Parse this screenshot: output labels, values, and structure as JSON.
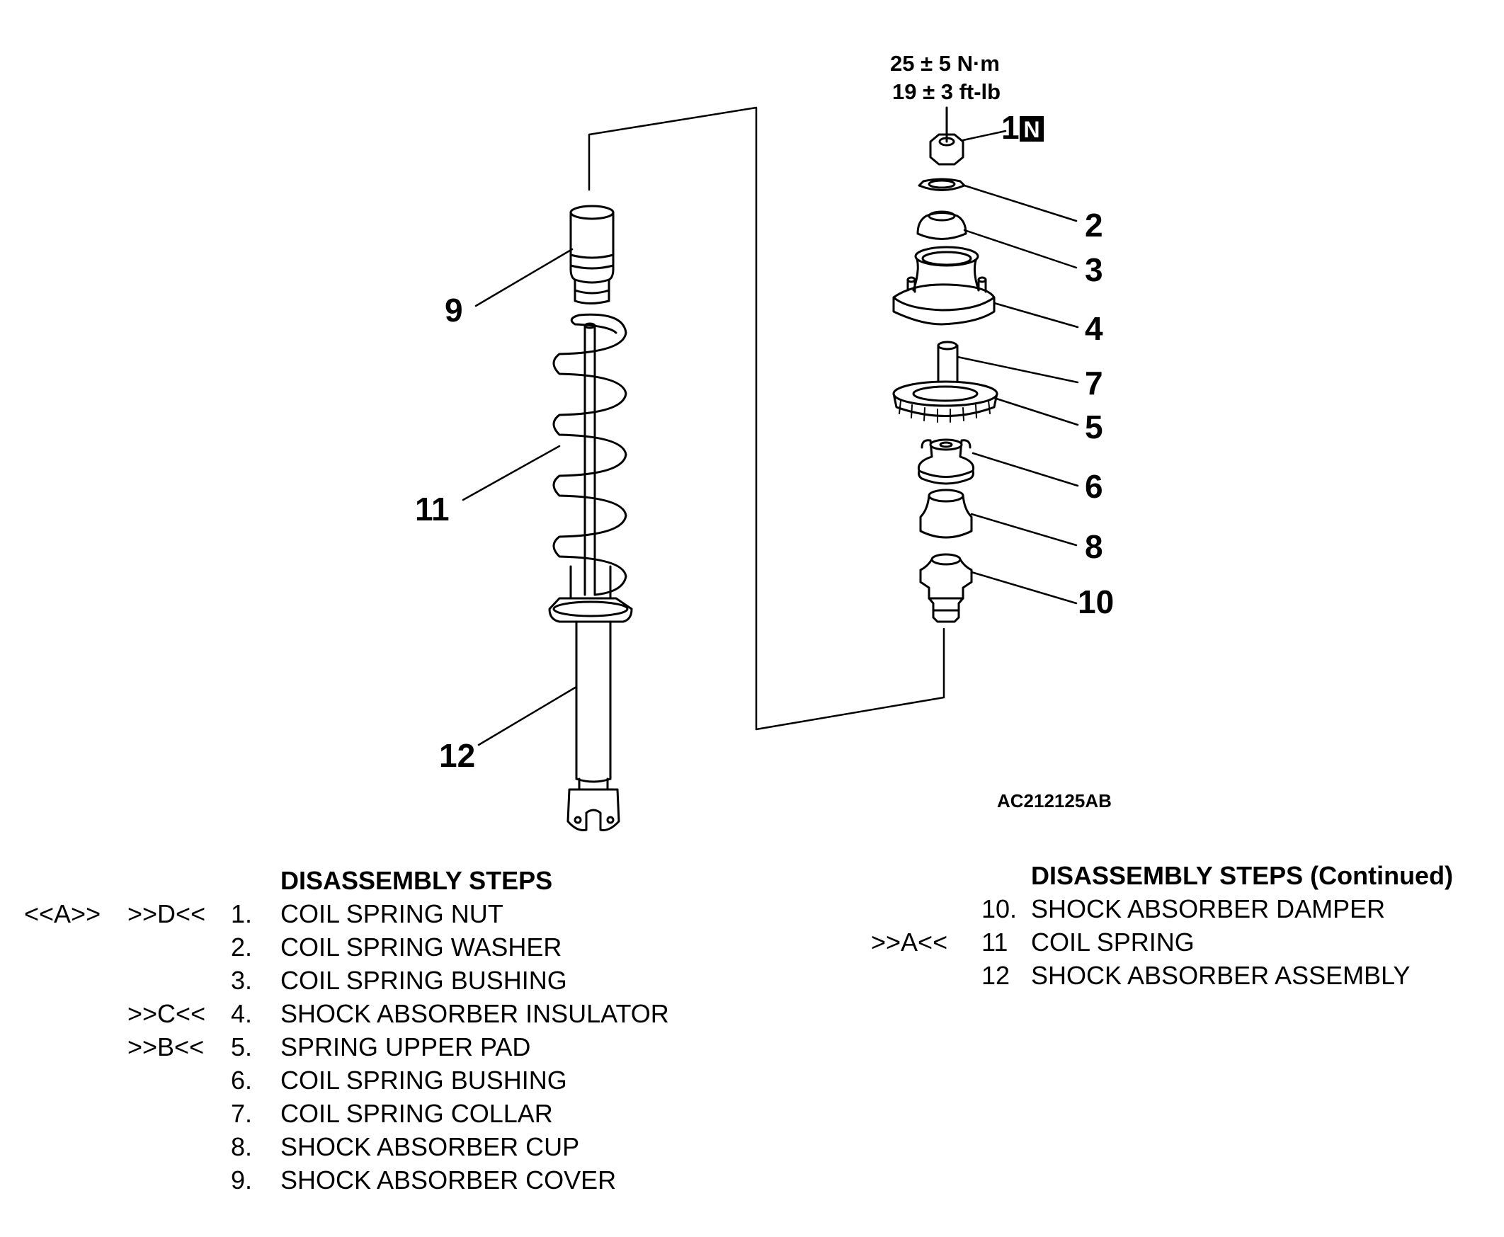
{
  "torque": {
    "line1": "25 ± 5 N·m",
    "line2": "19 ± 3 ft-lb"
  },
  "figure_id": "AC212125AB",
  "new_part_mark": "N",
  "callouts": {
    "c1": "1",
    "c2": "2",
    "c3": "3",
    "c4": "4",
    "c5": "5",
    "c6": "6",
    "c7": "7",
    "c8": "8",
    "c9": "9",
    "c10": "10",
    "c11": "11",
    "c12": "12"
  },
  "steps_left": {
    "title": "DISASSEMBLY STEPS",
    "rows": [
      {
        "ref1": "<<A>>",
        "ref2": ">>D<<",
        "num": "1.",
        "text": "COIL SPRING NUT"
      },
      {
        "ref1": "",
        "ref2": "",
        "num": "2.",
        "text": "COIL SPRING WASHER"
      },
      {
        "ref1": "",
        "ref2": "",
        "num": "3.",
        "text": "COIL SPRING BUSHING"
      },
      {
        "ref1": "",
        "ref2": ">>C<<",
        "num": "4.",
        "text": "SHOCK ABSORBER INSULATOR"
      },
      {
        "ref1": "",
        "ref2": ">>B<<",
        "num": "5.",
        "text": "SPRING UPPER PAD"
      },
      {
        "ref1": "",
        "ref2": "",
        "num": "6.",
        "text": "COIL SPRING BUSHING"
      },
      {
        "ref1": "",
        "ref2": "",
        "num": "7.",
        "text": "COIL SPRING COLLAR"
      },
      {
        "ref1": "",
        "ref2": "",
        "num": "8.",
        "text": "SHOCK ABSORBER CUP"
      },
      {
        "ref1": "",
        "ref2": "",
        "num": "9.",
        "text": "SHOCK ABSORBER COVER"
      }
    ]
  },
  "steps_right": {
    "title": "DISASSEMBLY STEPS (Continued)",
    "rows": [
      {
        "ref": "",
        "num": "10.",
        "text": "SHOCK ABSORBER DAMPER"
      },
      {
        "ref": ">>A<<",
        "num": "11",
        "text": "COIL SPRING"
      },
      {
        "ref": "",
        "num": "12",
        "text": "SHOCK ABSORBER ASSEMBLY"
      }
    ]
  }
}
